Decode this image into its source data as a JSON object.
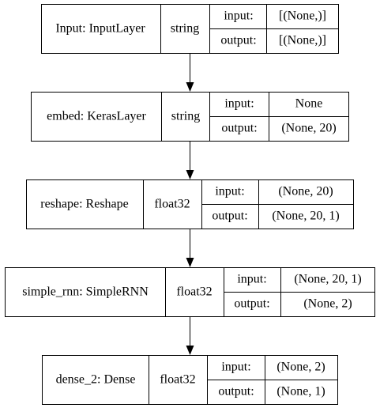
{
  "diagram": {
    "nodes": [
      {
        "name": "Input: InputLayer",
        "dtype": "string",
        "input_label": "input:",
        "input": "[(None,)]",
        "output_label": "output:",
        "output": "[(None,)]"
      },
      {
        "name": "embed: KerasLayer",
        "dtype": "string",
        "input_label": "input:",
        "input": "None",
        "output_label": "output:",
        "output": "(None, 20)"
      },
      {
        "name": "reshape: Reshape",
        "dtype": "float32",
        "input_label": "input:",
        "input": "(None, 20)",
        "output_label": "output:",
        "output": "(None, 20, 1)"
      },
      {
        "name": "simple_rnn: SimpleRNN",
        "dtype": "float32",
        "input_label": "input:",
        "input": "(None, 20, 1)",
        "output_label": "output:",
        "output": "(None, 2)"
      },
      {
        "name": "dense_2: Dense",
        "dtype": "float32",
        "input_label": "input:",
        "input": "(None, 2)",
        "output_label": "output:",
        "output": "(None, 1)"
      }
    ]
  }
}
